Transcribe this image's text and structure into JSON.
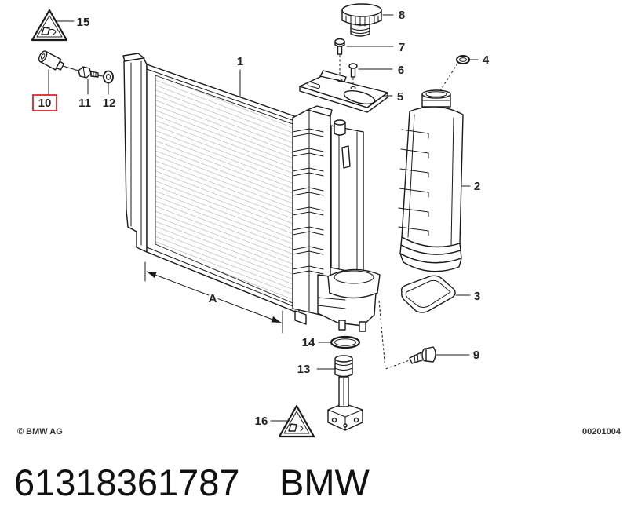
{
  "diagram": {
    "callouts": {
      "c1": "1",
      "c2": "2",
      "c3": "3",
      "c4": "4",
      "c5": "5",
      "c6": "6",
      "c7": "7",
      "c8": "8",
      "c9": "9",
      "c10": "10",
      "c11": "11",
      "c12": "12",
      "c13": "13",
      "c14": "14",
      "c15": "15",
      "c16": "16"
    },
    "dimension_label": "A",
    "copyright": "© BMW AG",
    "image_code": "00201004",
    "highlight_color": "#d9262b",
    "line_color": "#1a1a1a"
  },
  "caption": {
    "part_number": "61318361787",
    "brand": "BMW"
  },
  "icons": {
    "warning": "warning-triangle-icon"
  }
}
